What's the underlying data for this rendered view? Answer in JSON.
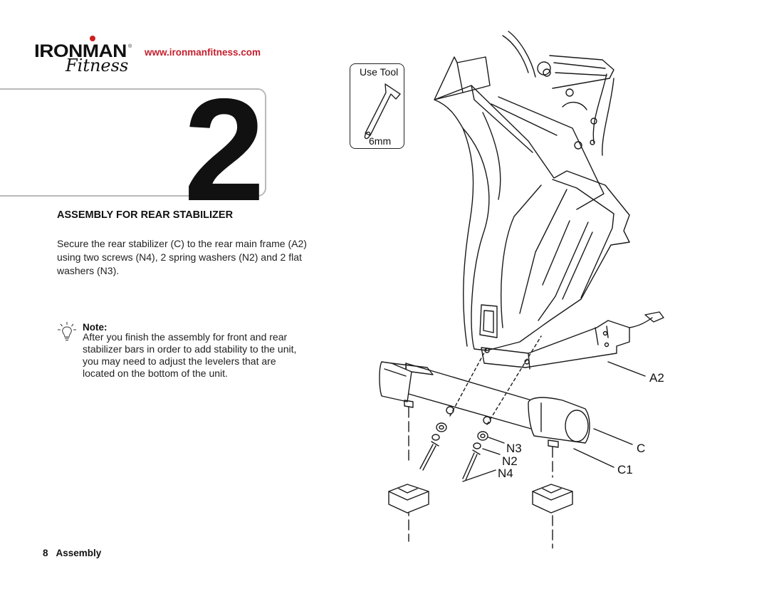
{
  "brand": {
    "logo_word": "IRONMAN",
    "logo_script": "Fitness",
    "logo_reg": "®",
    "website": "www.ironmanfitness.com",
    "accent_color": "#c51f2e"
  },
  "step": {
    "number": "2"
  },
  "section": {
    "title": "ASSEMBLY FOR REAR STABILIZER",
    "body": "Secure the rear stabilizer (C) to the rear main frame (A2) using two screws (N4), 2 spring washers (N2) and 2 flat washers (N3)."
  },
  "note": {
    "icon": "lightbulb-icon",
    "label": "Note:",
    "text": "After you finish the assembly for front and rear stabilizer bars in order to add stability to the unit, you may need to adjust the levelers that are located on the bottom of the unit."
  },
  "tool": {
    "label": "Use Tool",
    "size": "6mm",
    "icon": "hex-key-icon"
  },
  "diagram": {
    "labels": {
      "a2": "A2",
      "c": "C",
      "n3": "N3",
      "n2": "N2",
      "c1": "C1",
      "n4": "N4"
    }
  },
  "footer": {
    "page": "8",
    "section": "Assembly"
  }
}
